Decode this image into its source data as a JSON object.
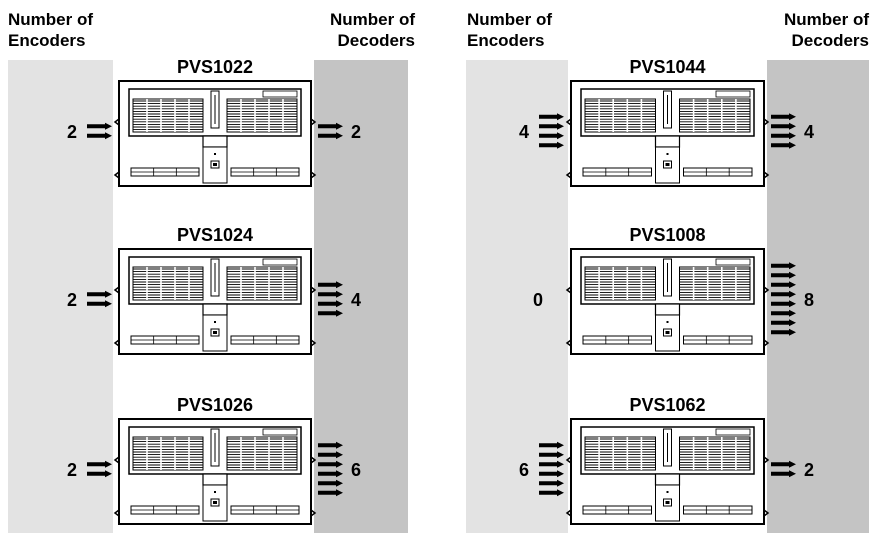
{
  "groups": [
    {
      "encoders_header": "Number of Encoders",
      "decoders_header": "Number of Decoders",
      "units": [
        {
          "model": "PVS1022",
          "encoders": 2,
          "decoders": 2,
          "encoders_label": "2",
          "decoders_label": "2"
        },
        {
          "model": "PVS1024",
          "encoders": 2,
          "decoders": 4,
          "encoders_label": "2",
          "decoders_label": "4"
        },
        {
          "model": "PVS1026",
          "encoders": 2,
          "decoders": 6,
          "encoders_label": "2",
          "decoders_label": "6"
        }
      ]
    },
    {
      "encoders_header": "Number of Encoders",
      "decoders_header": "Number of Decoders",
      "units": [
        {
          "model": "PVS1044",
          "encoders": 4,
          "decoders": 4,
          "encoders_label": "4",
          "decoders_label": "4"
        },
        {
          "model": "PVS1008",
          "encoders": 0,
          "decoders": 8,
          "encoders_label": "0",
          "decoders_label": "8"
        },
        {
          "model": "PVS1062",
          "encoders": 6,
          "decoders": 2,
          "encoders_label": "6",
          "decoders_label": "2"
        }
      ]
    }
  ],
  "colors": {
    "encoder_band": "#e3e3e3",
    "decoder_band": "#c4c4c4",
    "device_stroke": "#000000",
    "device_fill": "#ffffff"
  }
}
